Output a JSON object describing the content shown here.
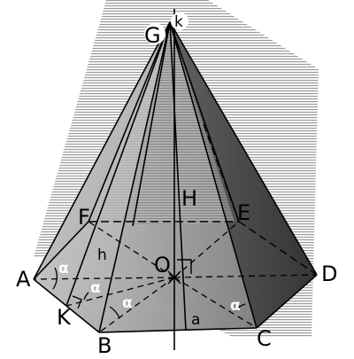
{
  "figure": {
    "labels": {
      "apex": "G",
      "axis": "k",
      "height": "H",
      "vertices": [
        "A",
        "B",
        "C",
        "D",
        "E",
        "F"
      ],
      "center": "O",
      "foot": "K",
      "apothem": "h",
      "side": "a",
      "angle": "α"
    },
    "colors": {
      "background": "#ffffff",
      "plane_hatch": "#b8b8b8",
      "face_left": "#b0b0b0",
      "face_front": "#8d8d8d",
      "face_right": "#4a4a4a",
      "base_plane": "#d8d8d8",
      "lines": "#000000"
    }
  }
}
